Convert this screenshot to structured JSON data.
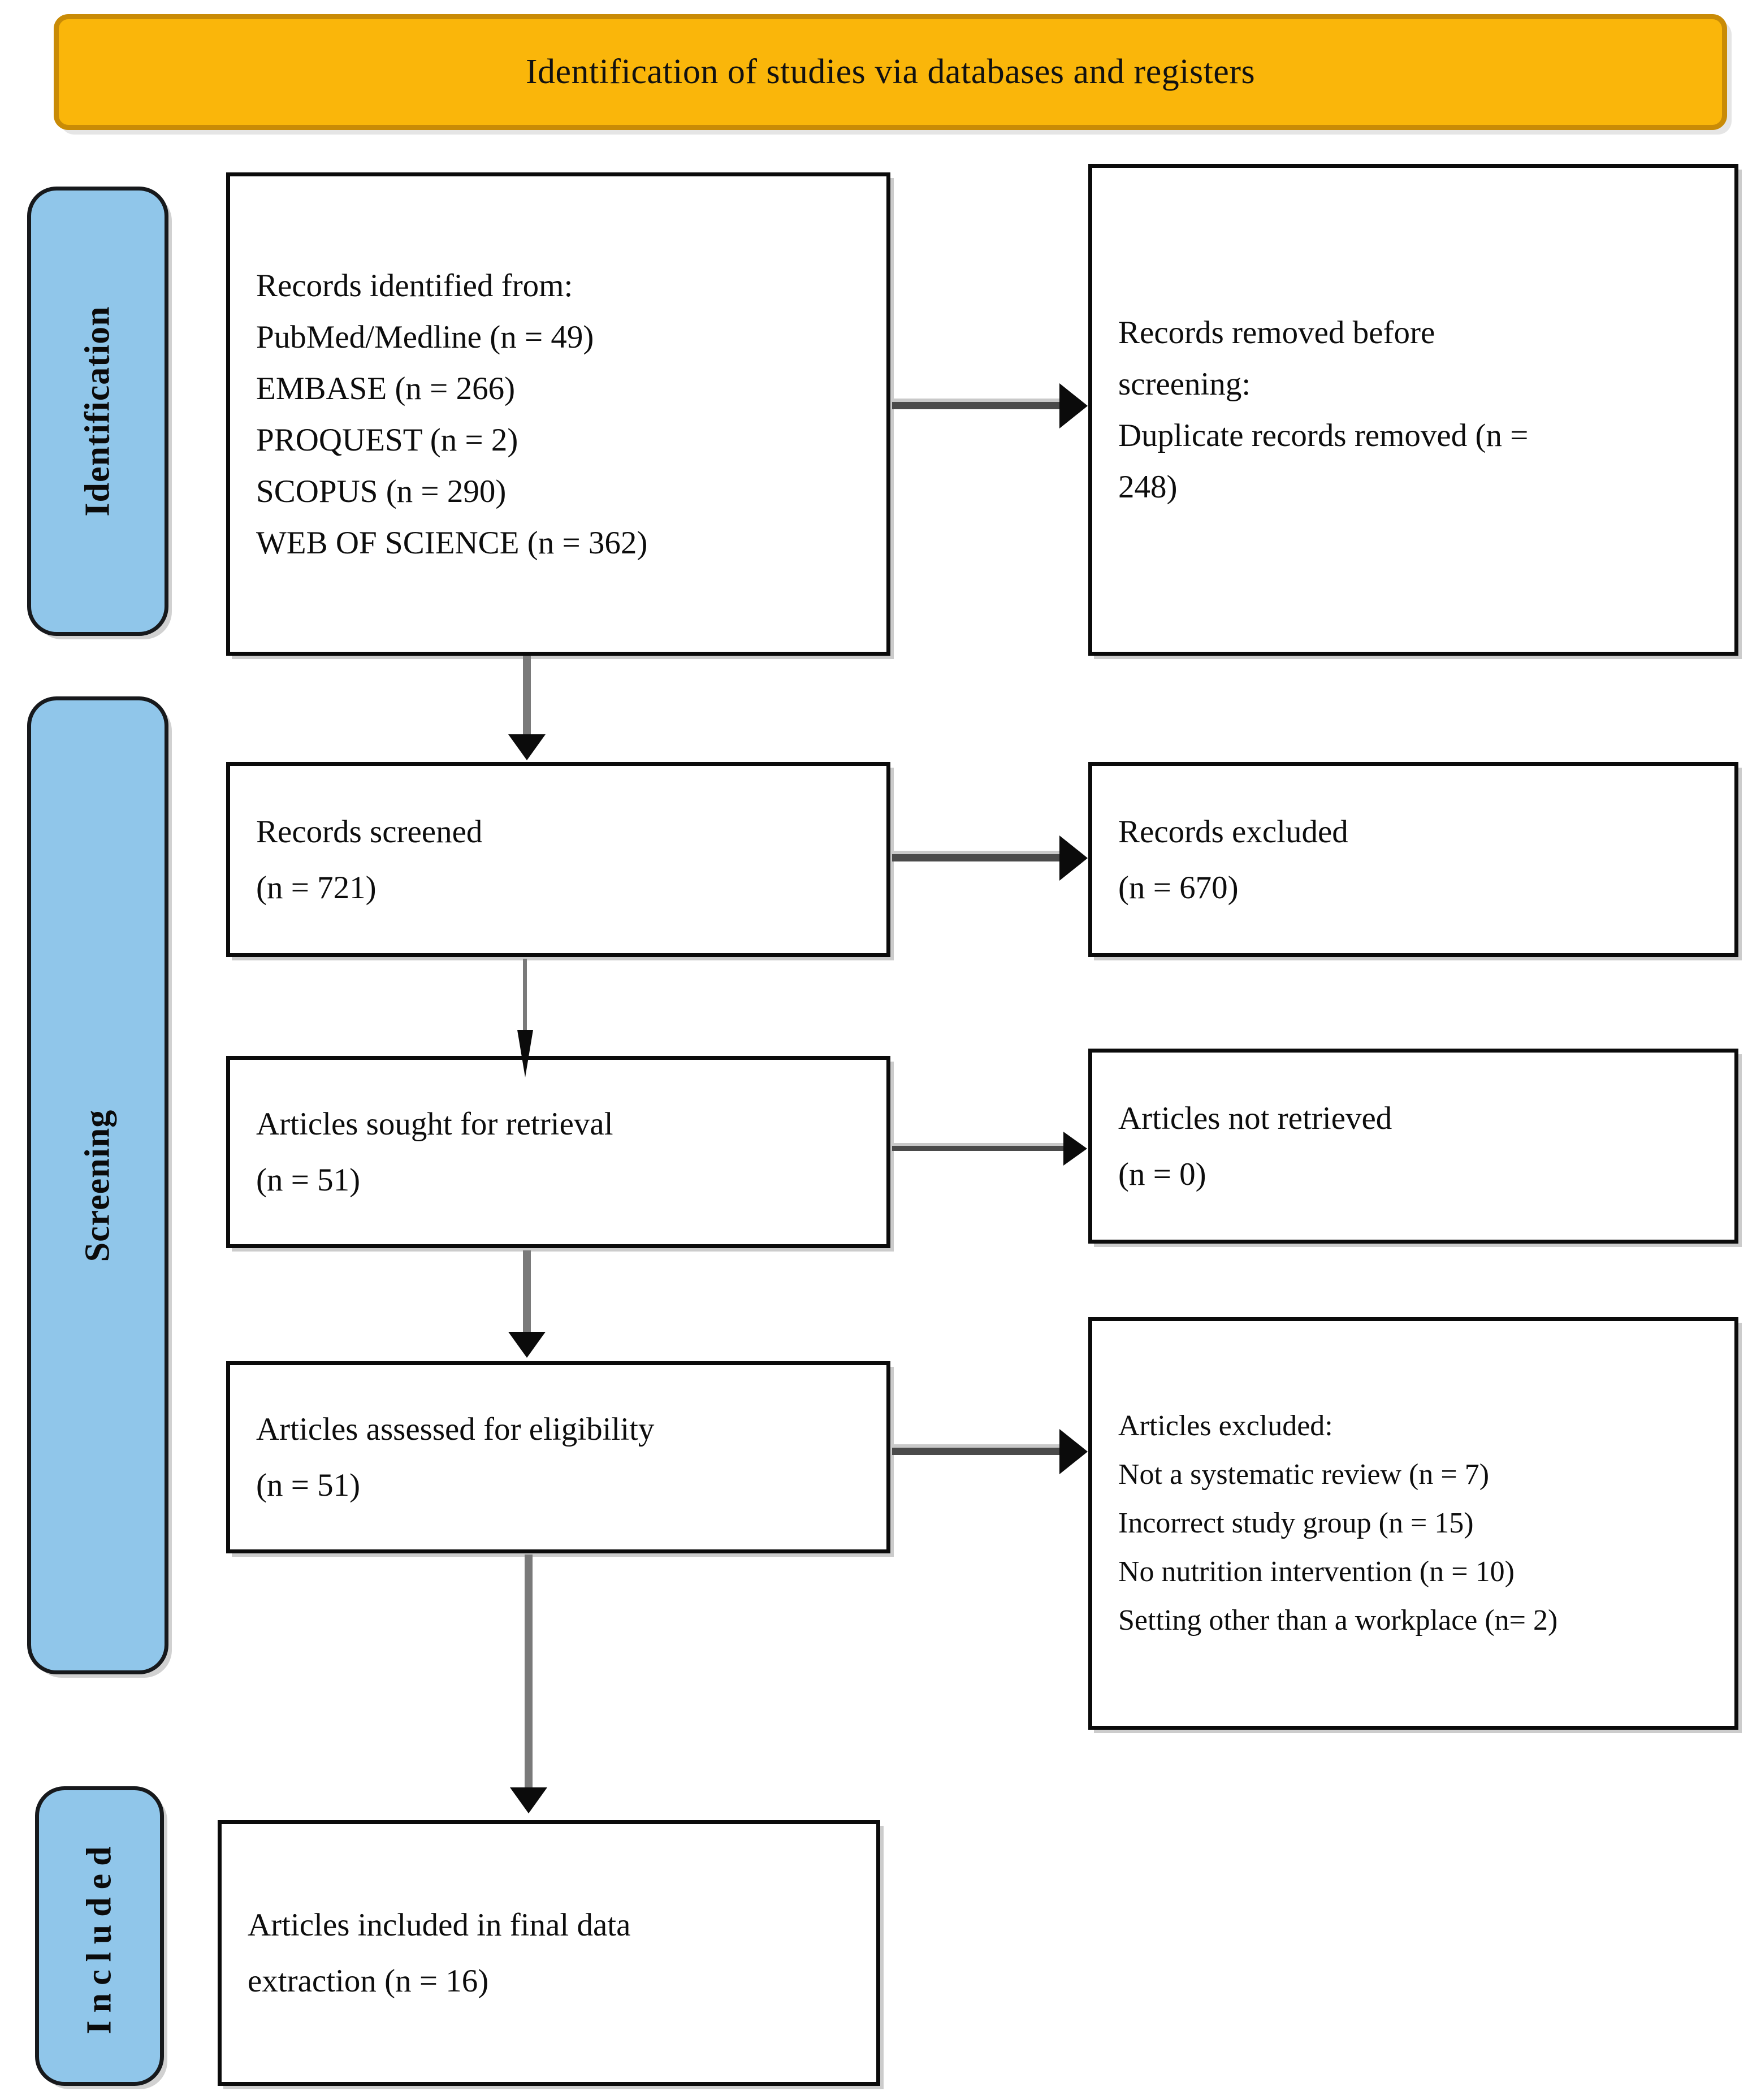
{
  "banner": {
    "title": "Identification of studies via databases and registers",
    "fill_color": "#FAB60A",
    "border_color": "#C98B06"
  },
  "stages": {
    "identification": "Identification",
    "screening": "Screening",
    "included": "Included",
    "fill_color": "#90C6EA",
    "border_color": "#17191C"
  },
  "flow": {
    "identified": {
      "heading": "Records identified from:",
      "sources": [
        "PubMed/Medline (n = 49)",
        "EMBASE (n = 266)",
        "PROQUEST (n = 2)",
        "SCOPUS (n = 290)",
        "WEB OF SCIENCE (n = 362)"
      ]
    },
    "removed": {
      "line1": "Records removed before",
      "line2": "screening:",
      "line3": "Duplicate records removed (n =",
      "line4": "248)"
    },
    "screened": {
      "label": "Records screened",
      "count": "(n = 721)"
    },
    "records_excluded": {
      "label": "Records excluded",
      "count": "(n = 670)"
    },
    "sought": {
      "label": "Articles sought for retrieval",
      "count": "(n = 51)"
    },
    "not_retrieved": {
      "label": "Articles not retrieved",
      "count": "(n = 0)"
    },
    "eligibility": {
      "label": "Articles assessed for eligibility",
      "count": "(n = 51)"
    },
    "articles_excluded": {
      "heading": "Articles excluded:",
      "reasons": [
        "Not a systematic review (n = 7)",
        "Incorrect study group (n = 15)",
        "No nutrition intervention (n = 10)",
        "Setting other than a workplace (n= 2)"
      ]
    },
    "included": {
      "line1": "Articles included in final data",
      "line2": "extraction (n = 16)"
    }
  },
  "chart_data": {
    "type": "table",
    "title": "Identification of studies via databases and registers",
    "nodes": [
      {
        "stage": "Identification",
        "label": "Records identified from: PubMed/Medline",
        "n": 49
      },
      {
        "stage": "Identification",
        "label": "Records identified from: EMBASE",
        "n": 266
      },
      {
        "stage": "Identification",
        "label": "Records identified from: PROQUEST",
        "n": 2
      },
      {
        "stage": "Identification",
        "label": "Records identified from: SCOPUS",
        "n": 290
      },
      {
        "stage": "Identification",
        "label": "Records identified from: WEB OF SCIENCE",
        "n": 362
      },
      {
        "stage": "Identification",
        "label": "Duplicate records removed",
        "n": 248
      },
      {
        "stage": "Screening",
        "label": "Records screened",
        "n": 721
      },
      {
        "stage": "Screening",
        "label": "Records excluded",
        "n": 670
      },
      {
        "stage": "Screening",
        "label": "Articles sought for retrieval",
        "n": 51
      },
      {
        "stage": "Screening",
        "label": "Articles not retrieved",
        "n": 0
      },
      {
        "stage": "Screening",
        "label": "Articles assessed for eligibility",
        "n": 51
      },
      {
        "stage": "Screening",
        "label": "Articles excluded: Not a systematic review",
        "n": 7
      },
      {
        "stage": "Screening",
        "label": "Articles excluded: Incorrect study group",
        "n": 15
      },
      {
        "stage": "Screening",
        "label": "Articles excluded: No nutrition intervention",
        "n": 10
      },
      {
        "stage": "Screening",
        "label": "Articles excluded: Setting other than a workplace",
        "n": 2
      },
      {
        "stage": "Included",
        "label": "Articles included in final data extraction",
        "n": 16
      }
    ]
  }
}
